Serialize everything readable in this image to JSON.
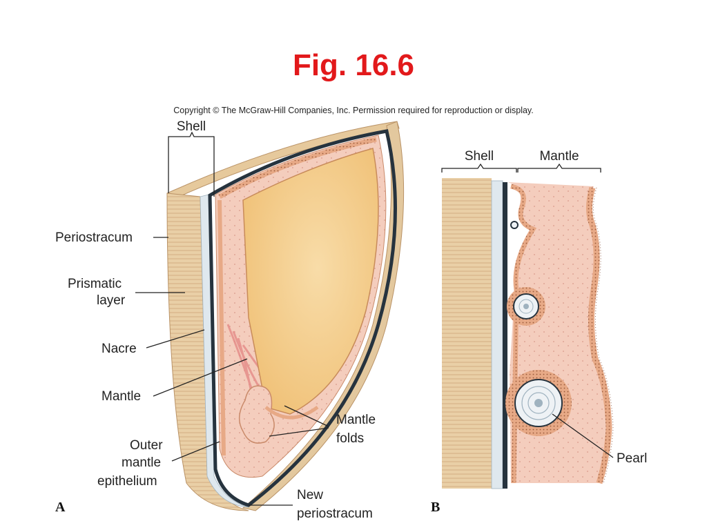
{
  "title": "Fig. 16.6",
  "copyright": "Copyright © The McGraw-Hill Companies, Inc. Permission required for reproduction or display.",
  "panel_a": {
    "letter": "A",
    "labels": {
      "shell": "Shell",
      "periostracum": "Periostracum",
      "prismatic_1": "Prismatic",
      "prismatic_2": "layer",
      "nacre": "Nacre",
      "mantle": "Mantle",
      "outer_1": "Outer",
      "outer_2": "mantle",
      "outer_3": "epithelium",
      "folds_1": "Mantle",
      "folds_2": "folds",
      "new_1": "New",
      "new_2": "periostracum"
    }
  },
  "panel_b": {
    "letter": "B",
    "labels": {
      "shell": "Shell",
      "mantle": "Mantle",
      "pearl": "Pearl"
    }
  },
  "colors": {
    "title": "#e2191b",
    "shell_tan": "#e9cfa6",
    "shell_stripe": "#d6b487",
    "nacre": "#dfe8ee",
    "dark_layer": "#26333e",
    "mantle_pink": "#f4cdbd",
    "epithelium": "#e7a986",
    "cavity": "#f2c682"
  }
}
